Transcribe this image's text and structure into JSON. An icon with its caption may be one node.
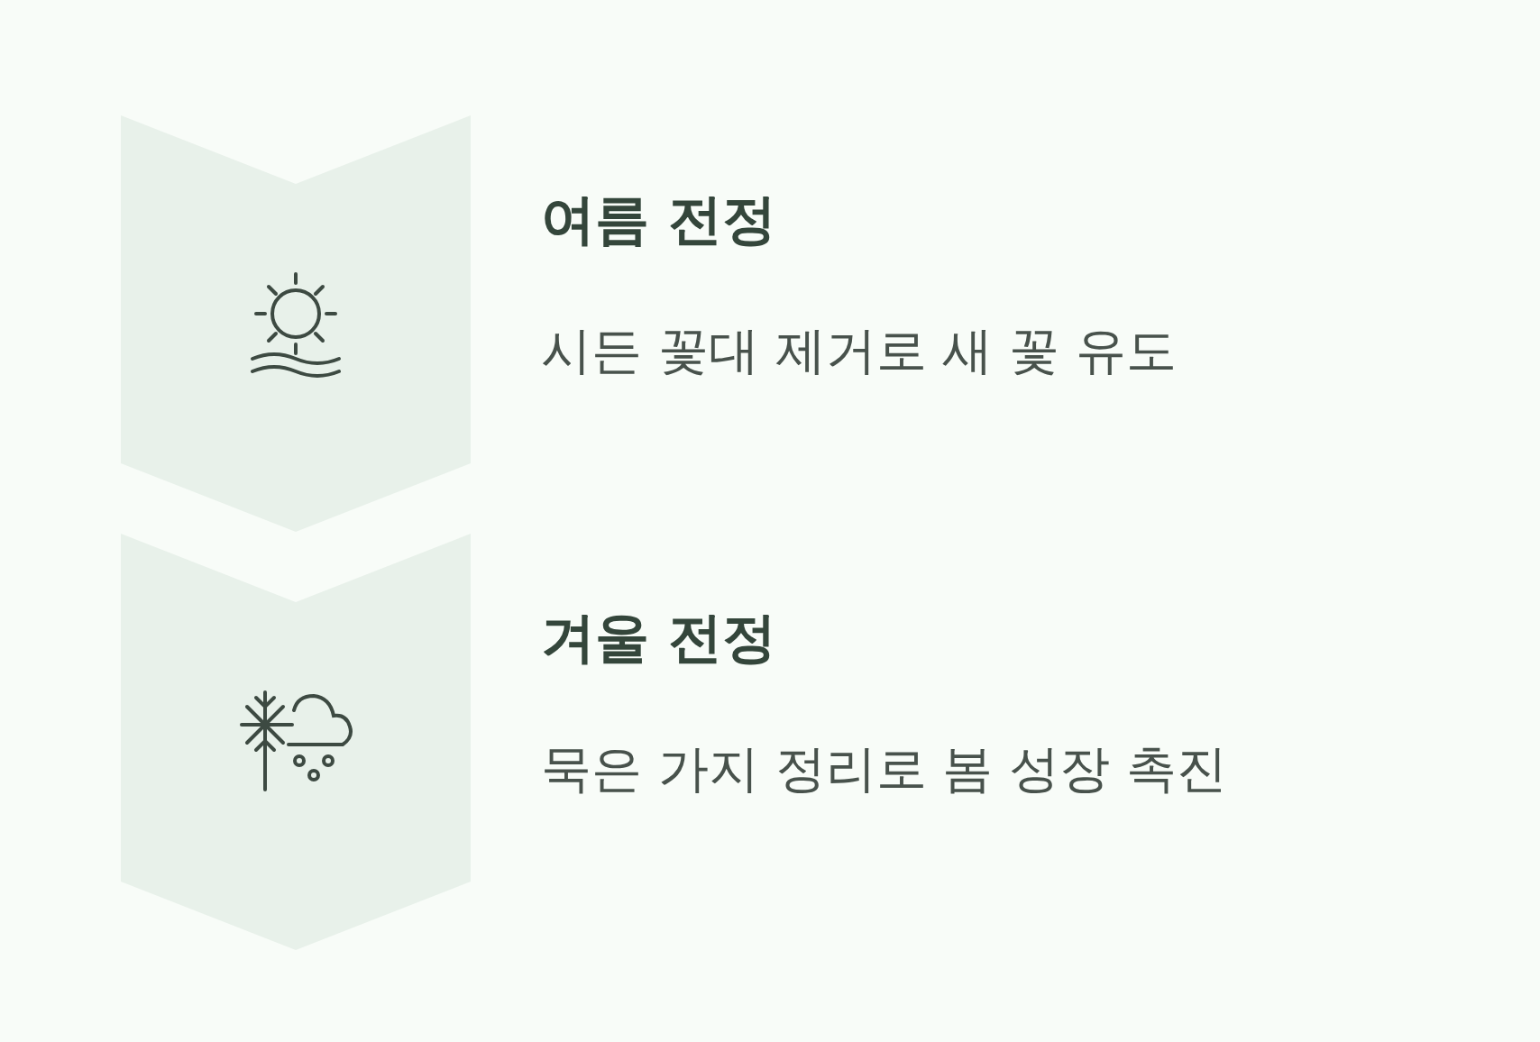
{
  "diagram": {
    "nodes": [
      {
        "text": [],
        "shape": "chevron",
        "beside": [
          "여름 전정",
          "시든 꽃대 제거로 새 꽃 유도"
        ]
      },
      {
        "text": [],
        "shape": "chevron",
        "beside": [
          "겨울 전정",
          "묵은 가지 정리로 봄 성장 촉진"
        ]
      }
    ]
  }
}
